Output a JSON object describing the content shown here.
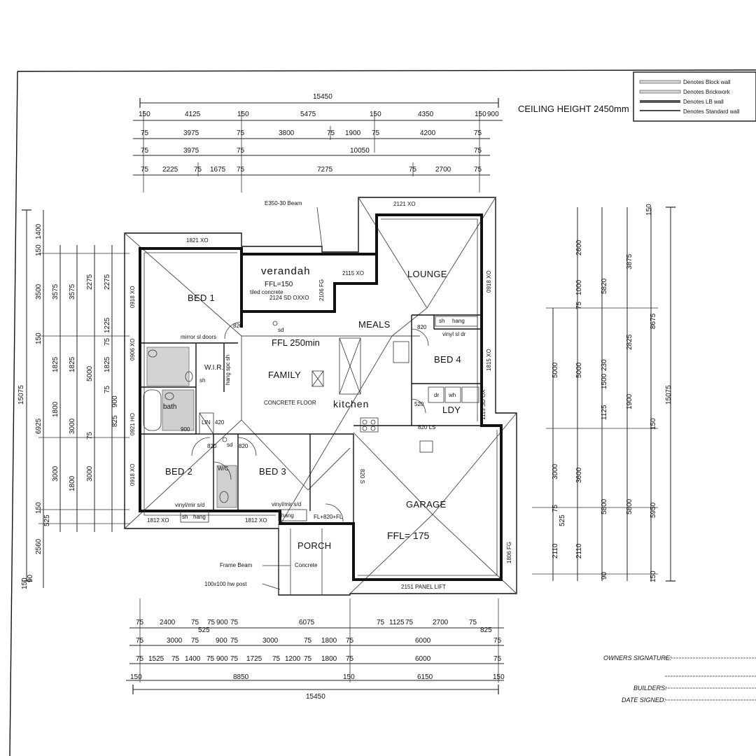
{
  "header": {
    "ceiling_height": "CEILING HEIGHT 2450mm"
  },
  "legend": [
    "Denotes Block wall",
    "Denotes Brickwork",
    "Denotes LB wall",
    "Denotes Standard wall"
  ],
  "rooms": {
    "bed1": "BED 1",
    "bed2": "BED 2",
    "bed3": "BED 3",
    "bed4": "BED 4",
    "lounge": "LOUNGE",
    "meals": "MEALS",
    "family": "FAMILY",
    "kitchen": "kitchen",
    "garage": "GARAGE",
    "porch": "PORCH",
    "verandah": "verandah",
    "ldy": "LDY",
    "wir": "W.I.R.",
    "bath": "bath",
    "wc": "W/C",
    "lin": "LIN"
  },
  "notes": {
    "verandah_ffl": "FFL=150",
    "tiled_concrete": "tiled concrete",
    "ffl_250": "FFL 250min",
    "concrete_floor": "CONCRETE FLOOR",
    "garage_ffl": "FFL= 175",
    "porch_concrete": "Concrete",
    "beam": "E350-30 Beam",
    "frame_beam": "Frame Beam",
    "post": "100x100 hw post",
    "panel_lift": "2151 PANEL LIFT",
    "w1821": "1821 XO",
    "w2121": "2121 XO",
    "w2115": "2115 XO",
    "w2124": "2124 SD OXXO",
    "w1812a": "1812 XO",
    "w1812b": "1812 XO",
    "w0918a": "0918 XO",
    "w0906": "0906 XO",
    "w0918b": "0918 XO",
    "w0918c": "0918 XO",
    "w1815": "1815 XO",
    "w0921": "0921 HO",
    "w1115": "1115 SD OX",
    "d820a": "820",
    "d820b": "820",
    "d820c": "820",
    "d820d": "820",
    "d820ls": "820 LS",
    "d820s": "820 S",
    "d520": "520",
    "d420": "420",
    "d900": "900",
    "d2106": "2106 FG",
    "d1806": "1806 FG",
    "mirror": "mirror sl doors",
    "hang_spc": "hang spc sh",
    "sh1": "sh",
    "hang1": "hang",
    "sh2": "sh",
    "hang2": "hang",
    "sh3": "sh",
    "hang3": "hang",
    "vinyl1": "vinyl/mir s/d",
    "vinyl2": "vinyl/mir s/d",
    "vinyl3": "vinyl sl dr",
    "fl": "FL+820+FL",
    "dr": "dr",
    "wh": "wh",
    "sd1": "sd",
    "sd2": "sd"
  },
  "dims_top": {
    "overall": "15450",
    "row1": [
      "150",
      "4125",
      "150",
      "5475",
      "150",
      "4350",
      "150",
      "900"
    ],
    "row2": [
      "75",
      "3975",
      "75",
      "3800",
      "75",
      "1900",
      "75",
      "4200",
      "75"
    ],
    "row3": [
      "75",
      "3975",
      "75",
      "10050",
      "75"
    ],
    "row4": [
      "75",
      "2225",
      "75",
      "1675",
      "75",
      "7275",
      "75",
      "2700",
      "75"
    ]
  },
  "dims_bottom": {
    "row1": [
      "75",
      "2400",
      "75",
      "525",
      "75",
      "900",
      "75",
      "6075",
      "75",
      "1125",
      "75",
      "2700",
      "75",
      "825"
    ],
    "row2": [
      "75",
      "3000",
      "75",
      "900",
      "75",
      "3000",
      "75",
      "1800",
      "75",
      "6000",
      "75"
    ],
    "row3": [
      "75",
      "1525",
      "75",
      "1400",
      "75",
      "900",
      "75",
      "1725",
      "75",
      "1200",
      "75",
      "1800",
      "75",
      "6000",
      "75"
    ],
    "row4": [
      "150",
      "8850",
      "150",
      "6150",
      "150"
    ],
    "overall": "15450"
  },
  "dims_left": {
    "overall": "15075",
    "labels": [
      "1400",
      "150",
      "3500",
      "3575",
      "3575",
      "2275",
      "2275",
      "150",
      "1225",
      "75",
      "1825",
      "1825",
      "5000",
      "1825",
      "75",
      "900",
      "825",
      "6925",
      "1800",
      "3000",
      "75",
      "3000",
      "3000",
      "1800",
      "150",
      "525",
      "2560",
      "90",
      "150"
    ]
  },
  "dims_right": {
    "overall": "15075",
    "labels": [
      "150",
      "2600",
      "3875",
      "5820",
      "1000",
      "75",
      "8675",
      "2825",
      "5000",
      "5000",
      "1500",
      "230",
      "1900",
      "1125",
      "150",
      "3000",
      "3600",
      "5800",
      "5800",
      "5950",
      "75",
      "525",
      "2110",
      "2110",
      "150",
      "90"
    ]
  },
  "signatures": {
    "owners": "OWNERS SIGNATURE:",
    "builders": "BUILDERS:",
    "date": "DATE SIGNED:"
  }
}
